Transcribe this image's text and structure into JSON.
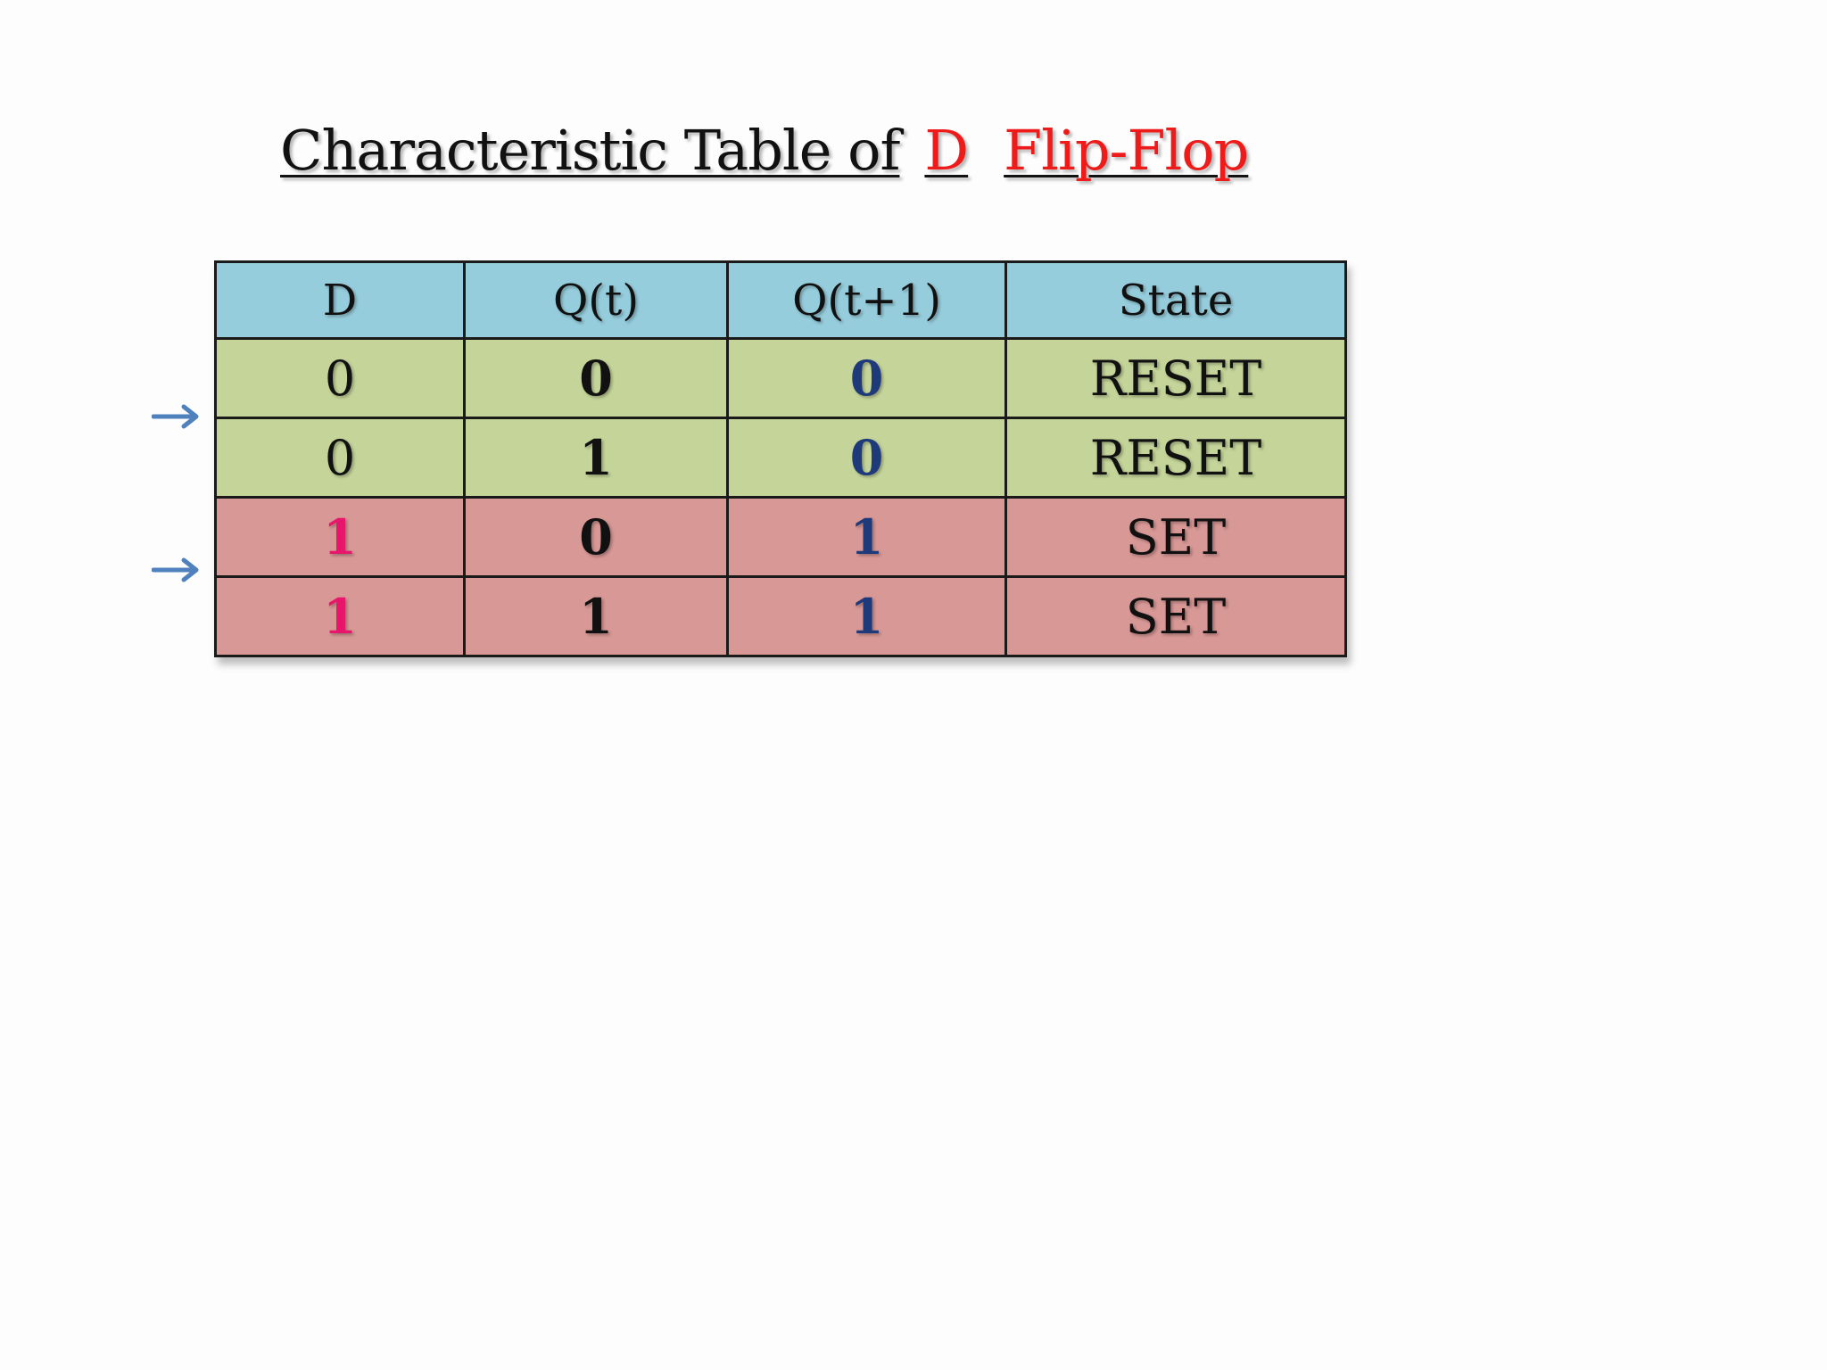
{
  "title": {
    "prefix": "Characteristic Table of",
    "highlight_d": "D",
    "highlight_rest": "Flip-Flop"
  },
  "table": {
    "headers": [
      "D",
      "Q(t)",
      "Q(t+1)",
      "State"
    ],
    "rows": [
      {
        "d": "0",
        "qt": "0",
        "qt1": "0",
        "state": "RESET"
      },
      {
        "d": "0",
        "qt": "1",
        "qt1": "0",
        "state": "RESET"
      },
      {
        "d": "1",
        "qt": "0",
        "qt1": "1",
        "state": "SET"
      },
      {
        "d": "1",
        "qt": "1",
        "qt1": "1",
        "state": "SET"
      }
    ]
  },
  "colors": {
    "header_bg": "#96cddc",
    "reset_bg": "#c5d59a",
    "set_bg": "#d89896",
    "title_highlight": "#ee1b1b",
    "d_one": "#e8166a",
    "qt1_value": "#1f3a7a",
    "arrow": "#4f81bd"
  },
  "icons": [
    "arrow-right-icon",
    "arrow-right-icon"
  ]
}
